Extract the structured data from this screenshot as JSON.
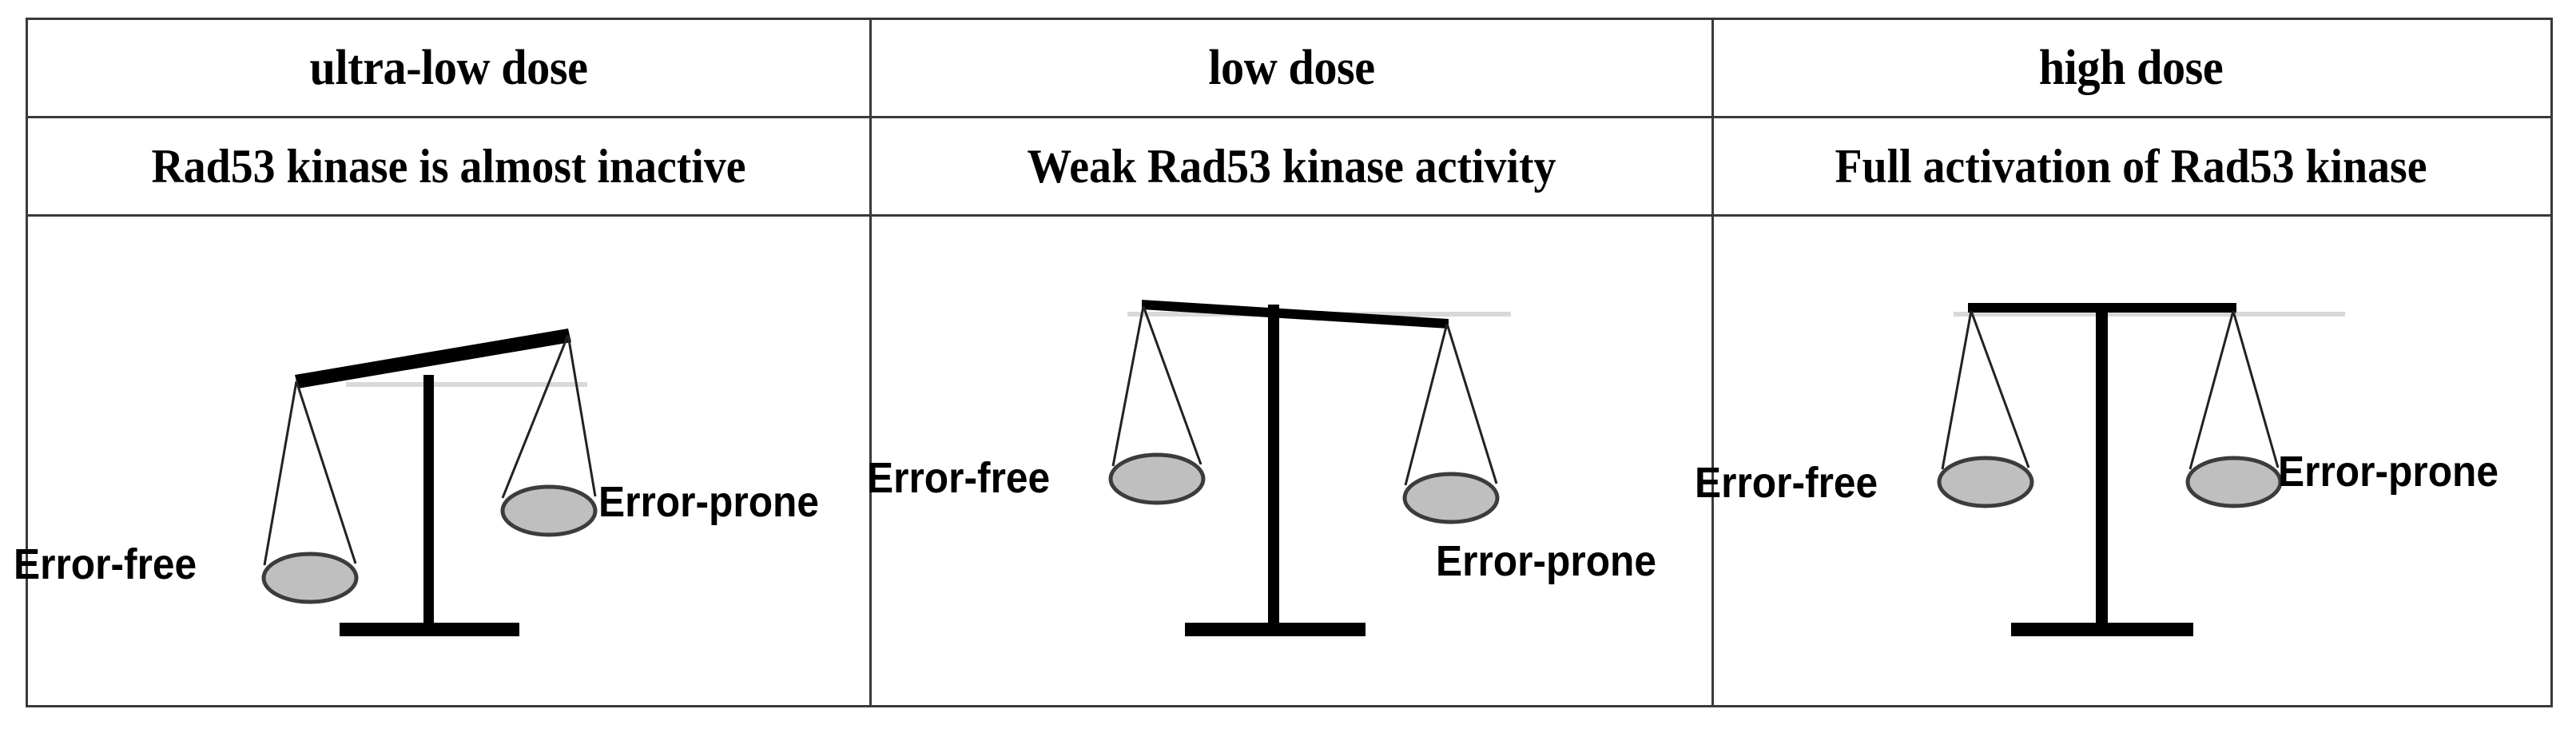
{
  "table": {
    "columns": [
      {
        "header": "ultra-low dose",
        "description": "Rad53 kinase is almost inactive",
        "figure": {
          "kind": "balance-scale",
          "state": "strongly-tilted-left-down",
          "beam_tilt_deg": -13,
          "left_label": "Error-free",
          "right_label": "Error-prone",
          "left_label_position": "left-of-pan",
          "right_label_position": "right-of-pan",
          "left_pan_side": "down",
          "right_pan_side": "up",
          "meaning": "Error-free repair strongly outweighs error-prone repair"
        }
      },
      {
        "header": "low dose",
        "description": "Weak Rad53 kinase activity",
        "figure": {
          "kind": "balance-scale",
          "state": "slightly-tilted-right-down",
          "beam_tilt_deg": 3,
          "left_label": "Error-free",
          "right_label": "Error-prone",
          "left_label_position": "left-of-pan",
          "right_label_position": "below-right-pan",
          "left_pan_side": "up",
          "right_pan_side": "down",
          "meaning": "Error-prone repair slightly outweighs error-free repair"
        }
      },
      {
        "header": "high dose",
        "description": "Full activation of Rad53 kinase",
        "figure": {
          "kind": "balance-scale",
          "state": "balanced",
          "beam_tilt_deg": 0,
          "left_label": "Error-free",
          "right_label": "Error-prone",
          "left_label_position": "left-of-pan",
          "right_label_position": "right-of-pan",
          "left_pan_side": "level",
          "right_pan_side": "level",
          "meaning": "Error-free and error-prone repair are balanced"
        }
      }
    ]
  },
  "colors": {
    "border": "#3a3a3a",
    "beam": "#000000",
    "post": "#000000",
    "base": "#000000",
    "pan_fill": "#bfbfbf",
    "pan_stroke": "#3c3c3c",
    "string": "#222222",
    "reference_line": "#d9d9d9",
    "text": "#000000",
    "background": "#ffffff"
  }
}
